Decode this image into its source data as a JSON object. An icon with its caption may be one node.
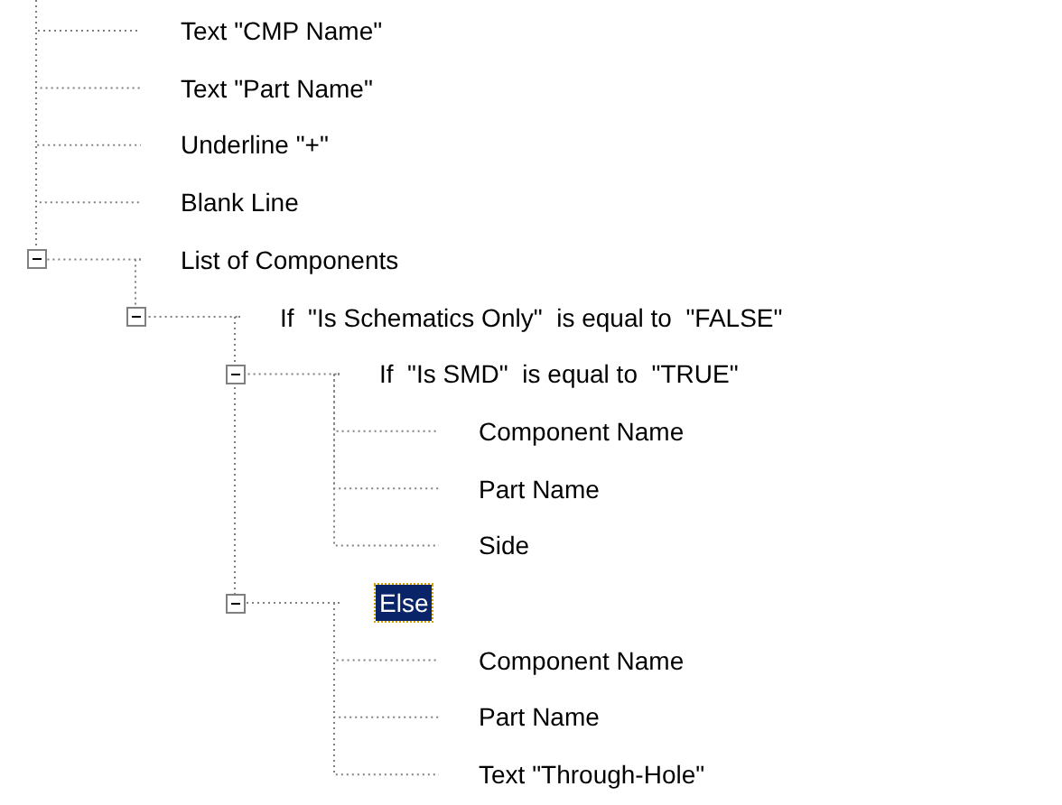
{
  "diagram": {
    "nodes": [
      {
        "text": [
          "Text \"CMP Name\""
        ]
      },
      {
        "text": [
          "Text \"Part Name\""
        ]
      },
      {
        "text": [
          "Underline \"+\""
        ]
      },
      {
        "text": [
          "Blank Line"
        ]
      },
      {
        "text": [
          "List of Components"
        ]
      },
      {
        "text": [
          "If  \"Is Schematics Only\"  is equal to  \"FALSE\""
        ]
      },
      {
        "text": [
          "If  \"Is SMD\"  is equal to  \"TRUE\""
        ]
      },
      {
        "text": [
          "Component Name"
        ]
      },
      {
        "text": [
          "Part Name"
        ]
      },
      {
        "text": [
          "Side"
        ]
      },
      {
        "text": [
          "Else"
        ]
      },
      {
        "text": [
          "Component Name"
        ]
      },
      {
        "text": [
          "Part Name"
        ]
      },
      {
        "text": [
          "Text \"Through-Hole\""
        ]
      }
    ],
    "edges": [
      {
        "from": null,
        "to": 0,
        "arrow": "none",
        "style": "dashed"
      },
      {
        "from": null,
        "to": 1,
        "arrow": "none",
        "style": "dashed"
      },
      {
        "from": null,
        "to": 2,
        "arrow": "none",
        "style": "dashed"
      },
      {
        "from": null,
        "to": 3,
        "arrow": "none",
        "style": "dashed"
      },
      {
        "from": null,
        "to": 4,
        "arrow": "none",
        "style": "dashed"
      },
      {
        "from": 4,
        "to": 5,
        "arrow": "none",
        "style": "dashed"
      },
      {
        "from": 5,
        "to": 6,
        "arrow": "none",
        "style": "dashed"
      },
      {
        "from": 6,
        "to": 7,
        "arrow": "none",
        "style": "dashed"
      },
      {
        "from": 6,
        "to": 8,
        "arrow": "none",
        "style": "dashed"
      },
      {
        "from": 6,
        "to": 9,
        "arrow": "none",
        "style": "dashed"
      },
      {
        "from": 5,
        "to": 10,
        "arrow": "none",
        "style": "dashed"
      },
      {
        "from": 10,
        "to": 11,
        "arrow": "none",
        "style": "dashed"
      },
      {
        "from": 10,
        "to": 12,
        "arrow": "none",
        "style": "dashed"
      },
      {
        "from": 10,
        "to": 13,
        "arrow": "none",
        "style": "dashed"
      }
    ]
  }
}
